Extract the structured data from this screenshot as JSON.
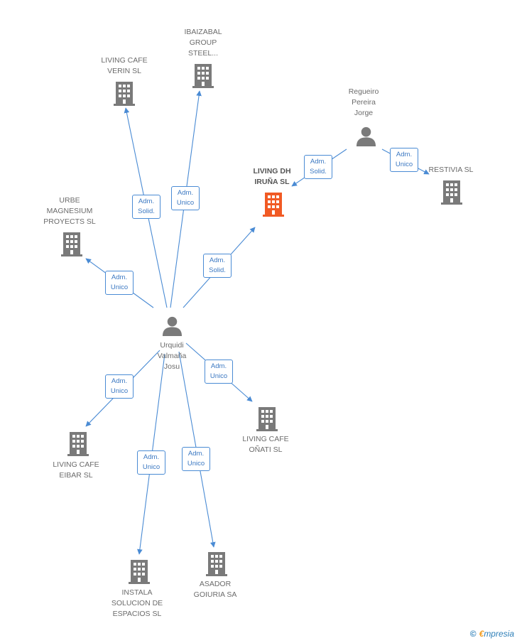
{
  "colors": {
    "edge": "#4a8bd4",
    "node": "#7a7a7a",
    "focus_node": "#f15a24",
    "relation_text": "#3b78c2"
  },
  "nodes": {
    "living_cafe_verin": {
      "label": "LIVING CAFE\nVERIN SL",
      "kind": "company-building-icon"
    },
    "ibaizabal": {
      "label": "IBAIZABAL\nGROUP\nSTEEL...",
      "kind": "company-building-icon"
    },
    "urbe": {
      "label": "URBE\nMAGNESIUM\nPROYECTS SL",
      "kind": "company-building-icon"
    },
    "living_dh": {
      "label": "LIVING DH\nIRUÑA SL",
      "kind": "company-building-icon"
    },
    "regueiro": {
      "label": "Regueiro\nPereira\nJorge",
      "kind": "person-icon"
    },
    "restivia": {
      "label": "RESTIVIA SL",
      "kind": "company-building-icon"
    },
    "urquidi": {
      "label": "Urquidi\nValmaña\nJosu",
      "kind": "person-icon"
    },
    "living_cafe_onati": {
      "label": "LIVING CAFE\nOÑATI SL",
      "kind": "company-building-icon"
    },
    "living_cafe_eibar": {
      "label": "LIVING CAFE\nEIBAR SL",
      "kind": "company-building-icon"
    },
    "instala": {
      "label": "INSTALA\nSOLUCION DE\nESPACIOS SL",
      "kind": "company-building-icon"
    },
    "asador": {
      "label": "ASADOR\nGOIURIA SA",
      "kind": "company-building-icon"
    }
  },
  "relations": {
    "verin": "Adm.\nSolid.",
    "ibaizabal": "Adm.\nUnico",
    "urbe": "Adm.\nUnico",
    "living_dh_urquidi": "Adm.\nSolid.",
    "living_dh_regueiro": "Adm.\nSolid.",
    "restivia": "Adm.\nUnico",
    "onati": "Adm.\nUnico",
    "eibar": "Adm.\nUnico",
    "instala": "Adm.\nUnico",
    "asador": "Adm.\nUnico"
  },
  "footer": {
    "copyright_symbol": "©",
    "brand_initial": "€",
    "brand_rest": "mpresia"
  }
}
